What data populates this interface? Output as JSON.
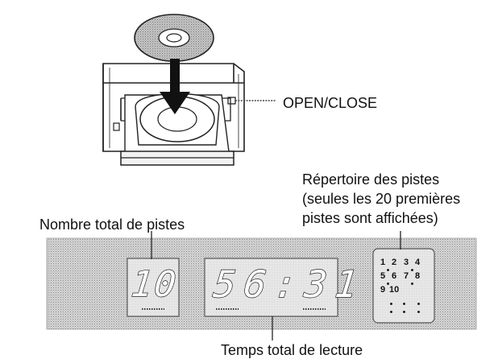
{
  "labels": {
    "open_close": "OPEN/CLOSE",
    "total_tracks": "Nombre total de pistes",
    "track_directory": [
      "Répertoire des pistes",
      "(seules les 20 premières",
      "pistes sont affichées)"
    ],
    "total_time": "Temps total de lecture"
  },
  "display": {
    "track_count": "10",
    "total_time": "56:31",
    "track_numbers": [
      "1",
      "2",
      "3",
      "4",
      "5",
      "6",
      "7",
      "8",
      "9",
      "10"
    ]
  },
  "icons": {
    "disc": "disc-icon",
    "insert_arrow": "arrow-down-icon",
    "open_close_button": "eject-button-icon"
  },
  "colors": {
    "ink": "#111111",
    "lcd_background": "#c9c9c9"
  }
}
